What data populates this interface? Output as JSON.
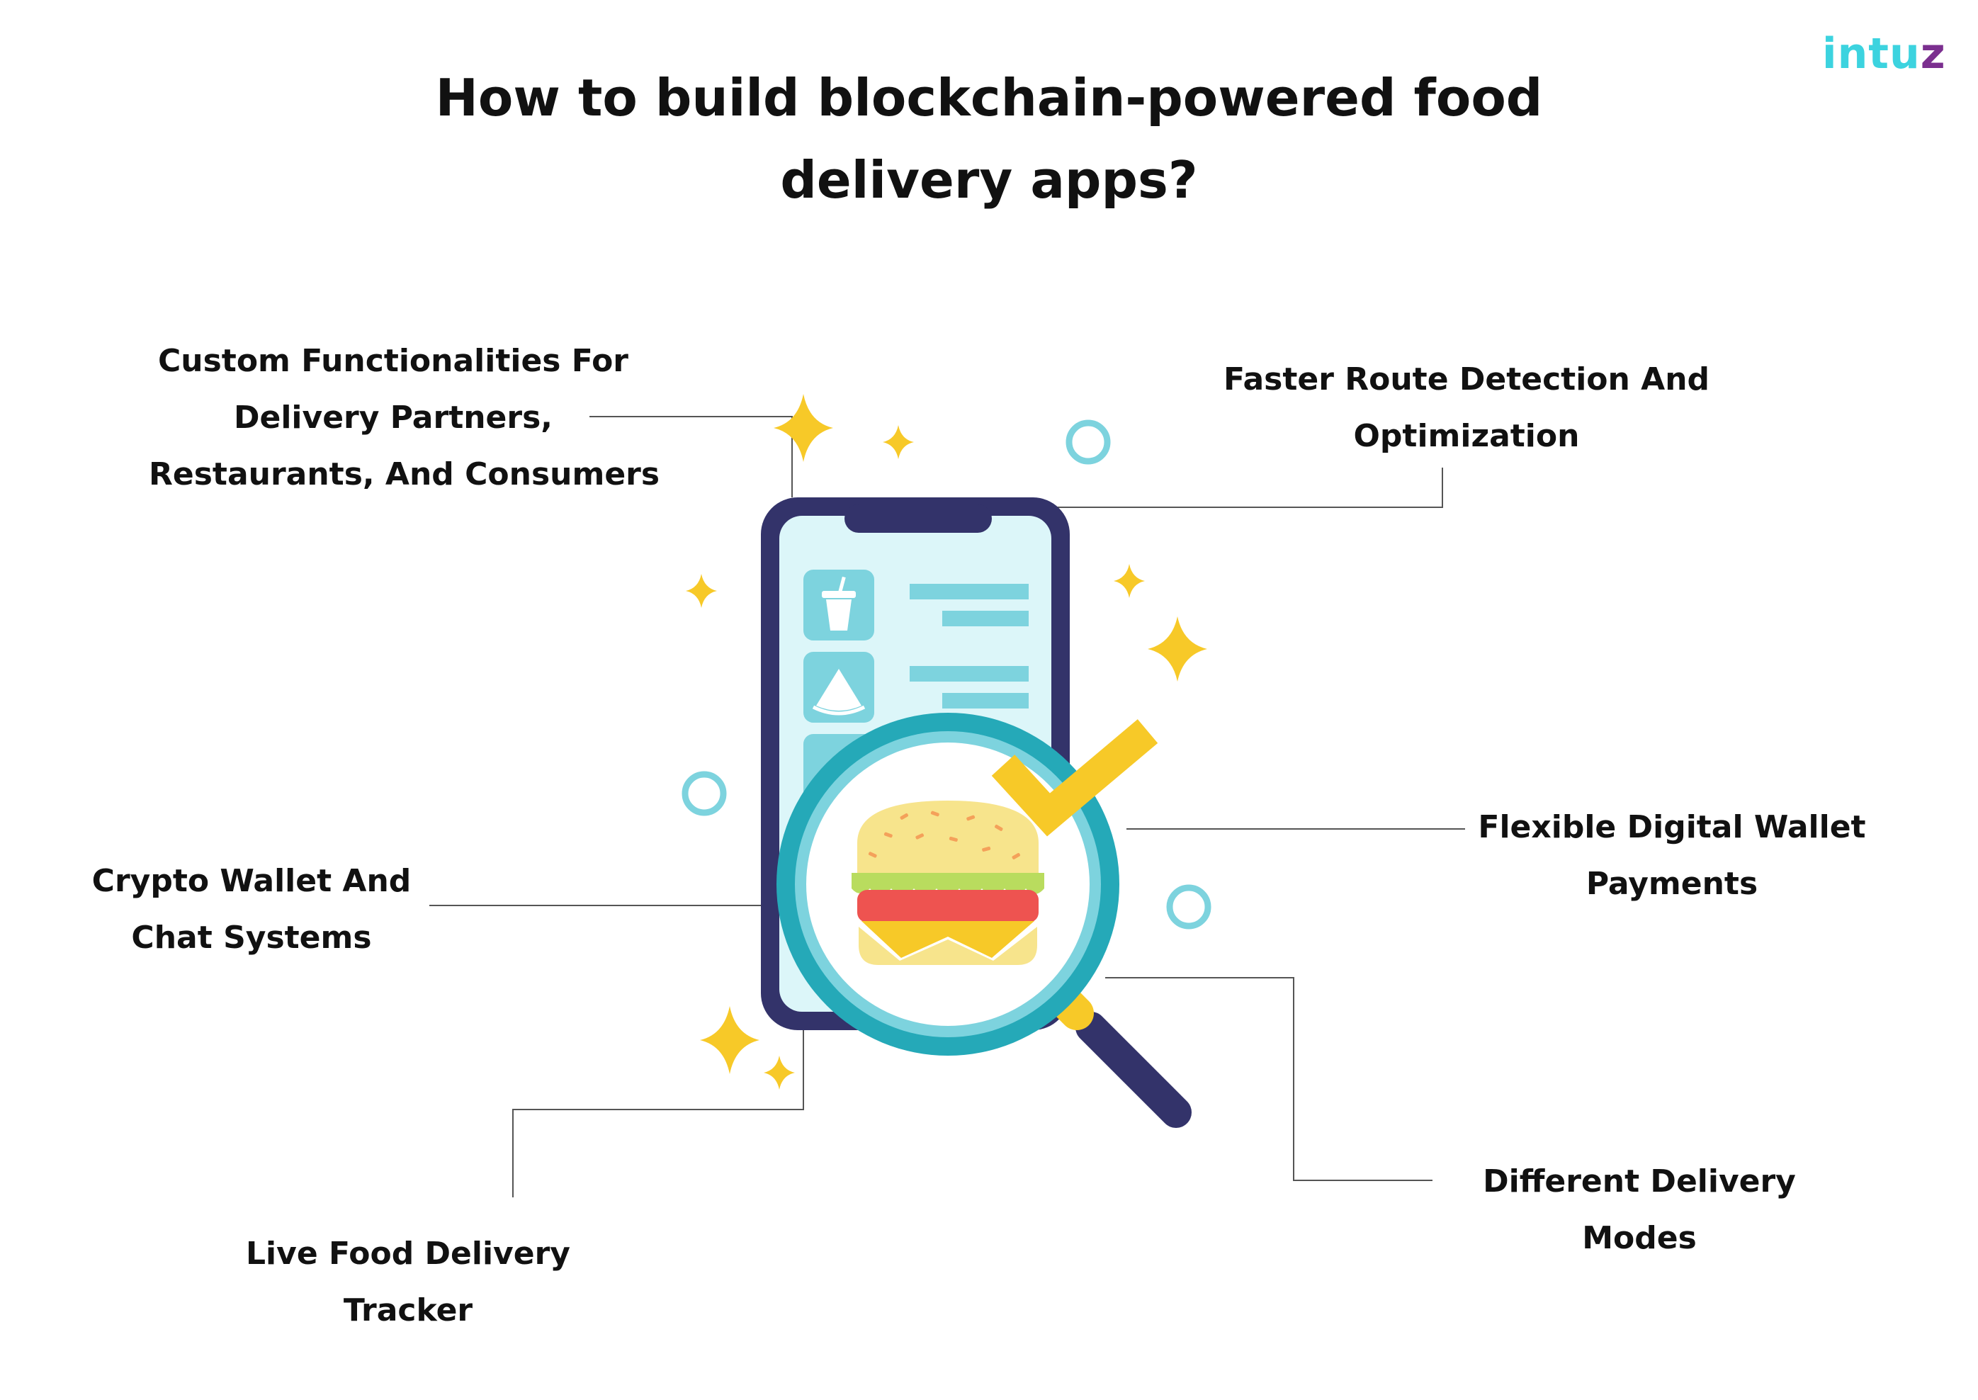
{
  "title": {
    "line1": "How to build blockchain-powered food",
    "line2": "delivery apps?"
  },
  "logo": {
    "main": "intu",
    "accent": "z",
    "colors": {
      "main": "#3cd3df",
      "accent": "#7b2f8f"
    }
  },
  "features": {
    "custom": {
      "line1": "Custom Functionalities For",
      "line2": "Delivery Partners,",
      "line3": "Restaurants, And Consumers"
    },
    "route": {
      "line1": "Faster Route Detection And",
      "line2": "Optimization"
    },
    "crypto": {
      "line1": "Crypto Wallet And",
      "line2": "Chat Systems"
    },
    "wallet": {
      "line1": "Flexible Digital Wallet",
      "line2": "Payments"
    },
    "tracker": {
      "line1": "Live Food Delivery",
      "line2": "Tracker"
    },
    "modes": {
      "line1": "Different Delivery",
      "line2": "Modes"
    }
  },
  "illustration": {
    "icons": [
      "smartphone-icon",
      "drink-cup-icon",
      "watermelon-slice-icon",
      "magnifier-icon",
      "burger-icon",
      "checkmark-icon",
      "sparkle-icon",
      "ring-icon"
    ],
    "colors": {
      "phone_frame": "#33336a",
      "phone_screen": "#dcf6f9",
      "app_tile": "#7dd3de",
      "magnifier_rim": "#25a9b8",
      "bun": "#f7e48c",
      "lettuce": "#b9dc5e",
      "tomato": "#ee5350",
      "cheese": "#f7c928",
      "sparkle": "#f7c928",
      "ring": "#7dd3de",
      "connector": "#555555"
    }
  }
}
